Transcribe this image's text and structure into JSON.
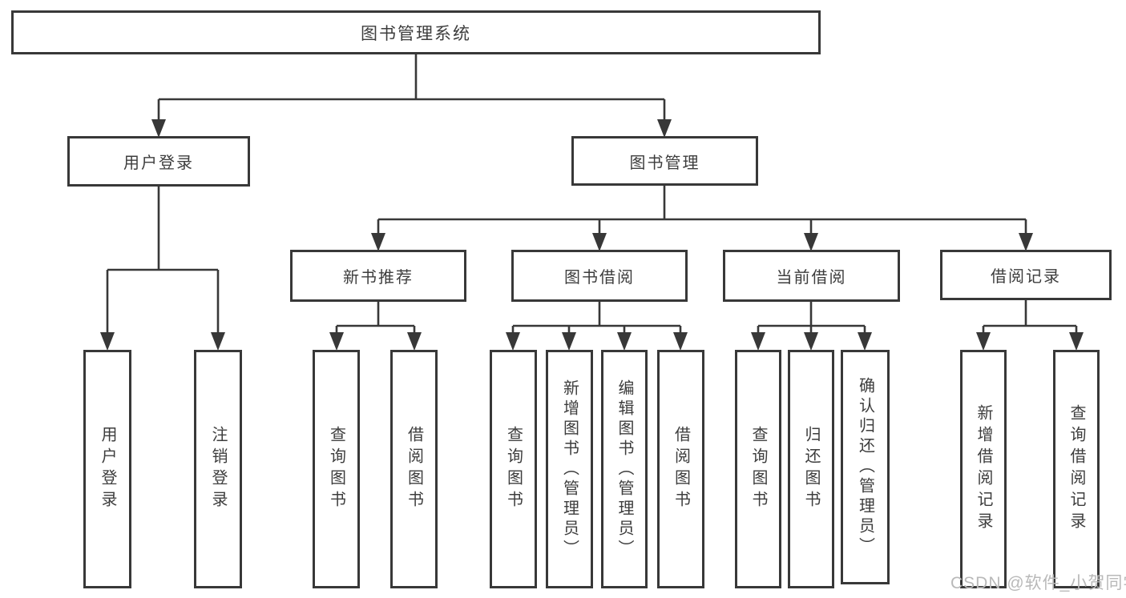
{
  "tree": {
    "root": "图书管理系统",
    "branches": [
      {
        "label": "用户登录",
        "leaves": [
          "用户登录",
          "注销登录"
        ]
      },
      {
        "label": "图书管理",
        "groups": [
          {
            "label": "新书推荐",
            "leaves": [
              "查询图书",
              "借阅图书"
            ]
          },
          {
            "label": "图书借阅",
            "leaves": [
              "查询图书",
              "新增图书（管理员）",
              "编辑图书（管理员）",
              "借阅图书"
            ]
          },
          {
            "label": "当前借阅",
            "leaves": [
              "查询图书",
              "归还图书",
              "确认归还（管理员）"
            ]
          },
          {
            "label": "借阅记录",
            "leaves": [
              "新增借阅记录",
              "查询借阅记录"
            ]
          }
        ]
      }
    ]
  },
  "watermark": "CSDN @软件_小贺同学",
  "colors": {
    "line": "#383838",
    "text": "#3d3d3d",
    "box_fill": "#ffffff",
    "watermark": "#b9b9b9",
    "background": "#ffffff"
  }
}
